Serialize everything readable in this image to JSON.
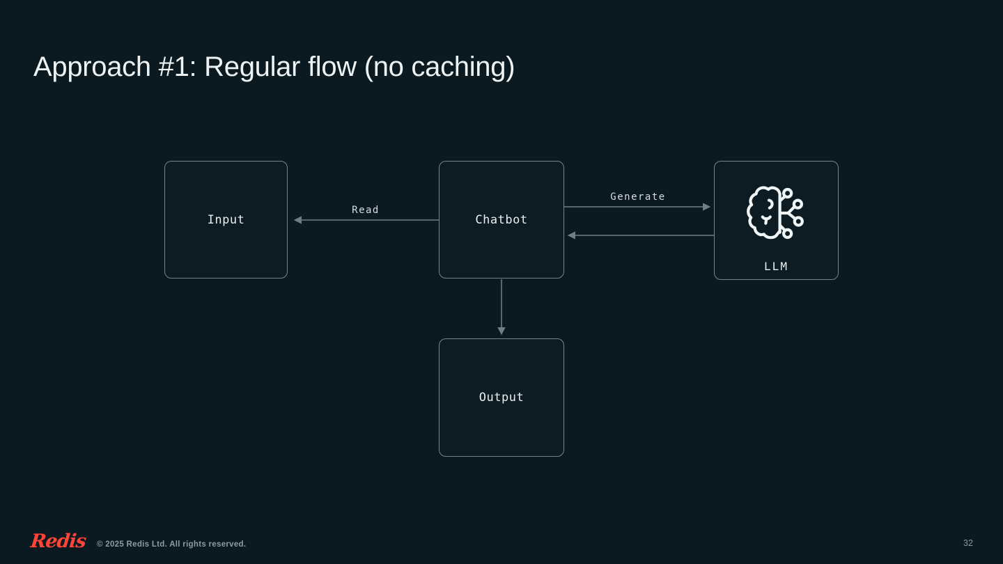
{
  "slide": {
    "title": "Approach #1: Regular flow (no caching)",
    "page_number": "32"
  },
  "footer": {
    "logo_text": "Redis",
    "copyright": "© 2025 Redis Ltd. All rights reserved."
  },
  "colors": {
    "background": "#0B1A21",
    "box_border": "#76838B",
    "arrow": "#717E85",
    "box_label": "#E9EFF1",
    "edge_label": "#D7DEE1",
    "title": "#EDF2F3",
    "footer_text": "#8E9BA1",
    "brand_red": "#FF4438",
    "icon": "#EFF4F5"
  },
  "diagram": {
    "nodes": [
      {
        "id": "input",
        "label": "Input"
      },
      {
        "id": "chatbot",
        "label": "Chatbot"
      },
      {
        "id": "llm",
        "label": "LLM",
        "icon": "brain-circuit-icon"
      },
      {
        "id": "output",
        "label": "Output"
      }
    ],
    "edges": [
      {
        "from": "chatbot",
        "to": "input",
        "label": "Read"
      },
      {
        "from": "chatbot",
        "to": "llm",
        "label": "Generate"
      },
      {
        "from": "llm",
        "to": "chatbot",
        "label": ""
      },
      {
        "from": "chatbot",
        "to": "output",
        "label": ""
      }
    ]
  }
}
